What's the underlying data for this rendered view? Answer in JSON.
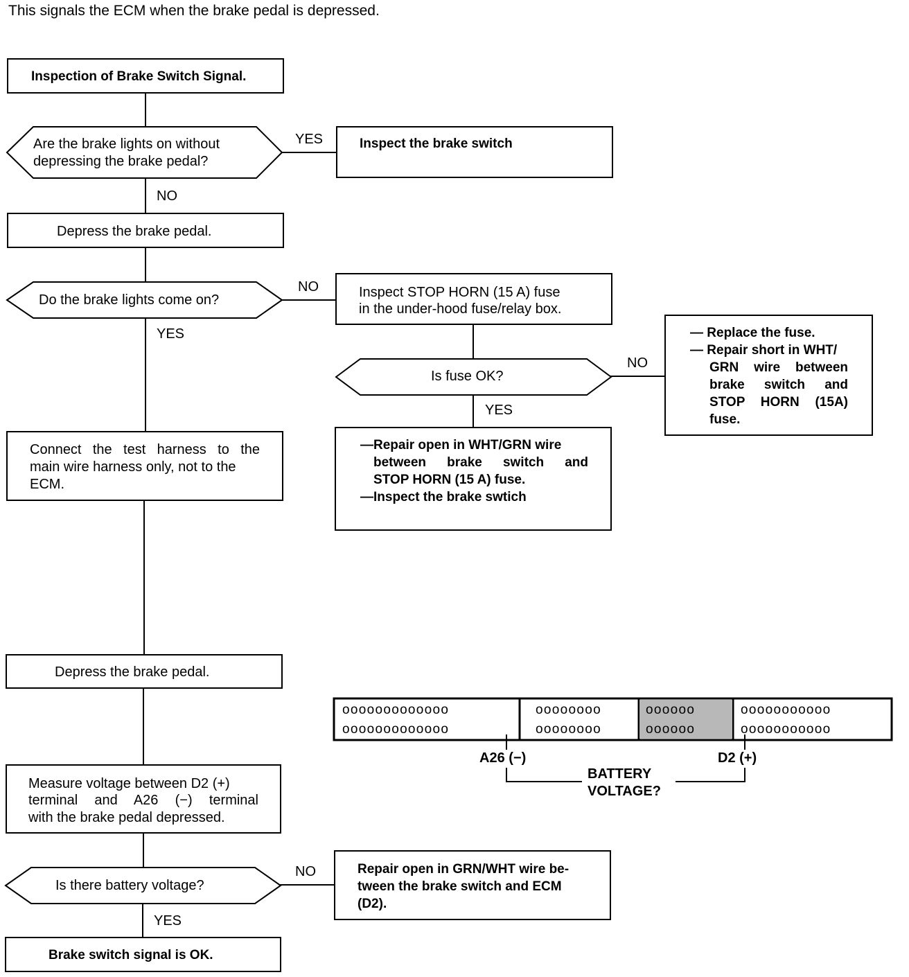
{
  "intro": "This signals the ECM when the brake pedal is depressed.",
  "steps": {
    "title": "Inspection of Brake Switch Signal.",
    "q_lights_on_1": "Are the brake lights on without",
    "q_lights_on_2": "depressing the brake pedal?",
    "inspect_switch": "Inspect the brake switch",
    "depress_1": "Depress the brake pedal.",
    "q_come_on": "Do the brake lights come on?",
    "inspect_fuse_1": "Inspect STOP HORN (15 A) fuse",
    "inspect_fuse_2": "in the under-hood fuse/relay box.",
    "q_fuse_ok": "Is fuse OK?",
    "replace_1": "— Replace the fuse.",
    "replace_2": "— Repair short in WHT/",
    "replace_3": "GRN wire between",
    "replace_4": "brake switch and",
    "replace_5": "STOP HORN (15A)",
    "replace_6": "fuse.",
    "repair_open_1": "—Repair open in WHT/GRN wire",
    "repair_open_2": "between brake switch and",
    "repair_open_3": "STOP HORN (15 A) fuse.",
    "repair_open_4": "—Inspect the brake swtich",
    "connect_1": "Connect the test harness to the",
    "connect_2": "main wire harness only, not to the",
    "connect_3": "ECM.",
    "depress_2": "Depress the brake pedal.",
    "measure_1": "Measure voltage between D2 (+)",
    "measure_2": "terminal and A26 (−) terminal",
    "measure_3": "with the brake pedal depressed.",
    "q_battery": "Is there battery voltage?",
    "repair_grn_1": "Repair open in GRN/WHT wire be-",
    "repair_grn_2": "tween the brake switch and ECM",
    "repair_grn_3": "(D2).",
    "ok": "Brake switch signal is OK."
  },
  "labels": {
    "yes": "YES",
    "no": "NO"
  },
  "connector": {
    "sec1": "ooooooooooooo",
    "sec2": "oooooooo",
    "sec3": "oooooo",
    "sec4": "ooooooooooo",
    "a26": "A26 (−)",
    "d2": "D2 (+)",
    "battery_1": "BATTERY",
    "battery_2": "VOLTAGE?"
  }
}
